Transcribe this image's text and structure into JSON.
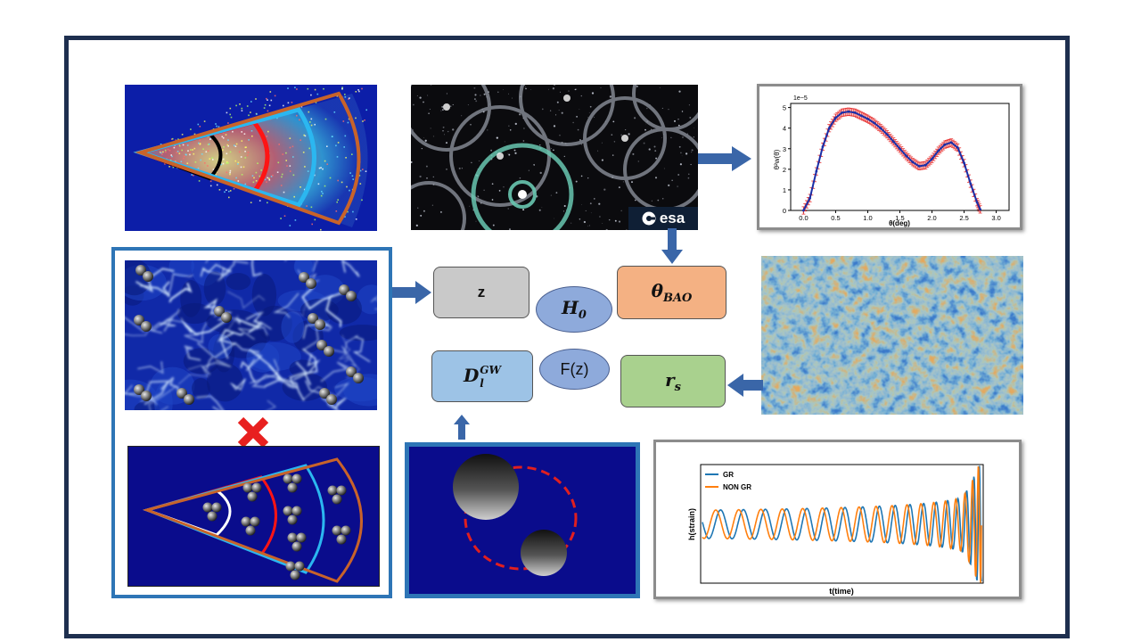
{
  "nodes": {
    "z": "z",
    "h0_main": "H",
    "h0_sub": "0",
    "theta_main": "θ",
    "theta_sub": "BAO",
    "dl_main": "D",
    "dl_sub": "l",
    "dl_sup": "GW",
    "fz": "F(z)",
    "rs_main": "r",
    "rs_sub": "s"
  },
  "esa_logo_text": "esa",
  "bao_plot": {
    "multiplier": "1e−5",
    "ylabel": "θ²w(θ)",
    "xlabel": "θ(deg)",
    "xticks": [
      "0.0",
      "0.5",
      "1.0",
      "1.5",
      "2.0",
      "2.5",
      "3.0"
    ],
    "yticks": [
      "0",
      "1",
      "2",
      "3",
      "4",
      "5"
    ]
  },
  "gw_plot": {
    "ylabel": "h(strain)",
    "xlabel": "t(time)",
    "legend": [
      "GR",
      "NON GR"
    ]
  },
  "chart_data": [
    {
      "type": "line",
      "xlabel": "θ(deg)",
      "ylabel": "θ²w(θ)",
      "xlim": [
        -0.2,
        3.2
      ],
      "ylim": [
        0,
        5.2
      ],
      "series": [
        {
          "x": [
            0.0,
            0.1,
            0.2,
            0.3,
            0.4,
            0.5,
            0.6,
            0.7,
            0.8,
            0.9,
            1.0,
            1.1,
            1.2,
            1.3,
            1.4,
            1.5,
            1.6,
            1.7,
            1.8,
            1.9,
            2.0,
            2.1,
            2.2,
            2.3,
            2.4,
            2.5,
            2.6,
            2.7,
            2.75
          ],
          "y": [
            0.0,
            0.6,
            1.9,
            3.1,
            4.0,
            4.5,
            4.75,
            4.8,
            4.75,
            4.6,
            4.45,
            4.25,
            4.0,
            3.7,
            3.35,
            3.0,
            2.65,
            2.35,
            2.15,
            2.2,
            2.5,
            2.9,
            3.2,
            3.3,
            3.05,
            2.3,
            1.3,
            0.4,
            0.05
          ]
        }
      ],
      "color": "#1a2fa8",
      "error_color": "#e83a3a"
    },
    {
      "type": "line",
      "xlabel": "t(time)",
      "ylabel": "h(strain)",
      "series": [
        {
          "name": "GR",
          "color": "#1f77b4"
        },
        {
          "name": "NON GR",
          "color": "#ff7f0e"
        }
      ]
    }
  ],
  "colors": {
    "frame": "#1e2f4f",
    "arrow": "#3a66a8",
    "panel_border": "#2e75b6",
    "navy": "#0a0c8c",
    "z_fill": "#c9c9c9",
    "theta_fill": "#f4b183",
    "dl_fill": "#9dc3e6",
    "rs_fill": "#a9d18e",
    "ellipse_fill": "#8eaadb",
    "cross": "#e8201f"
  }
}
